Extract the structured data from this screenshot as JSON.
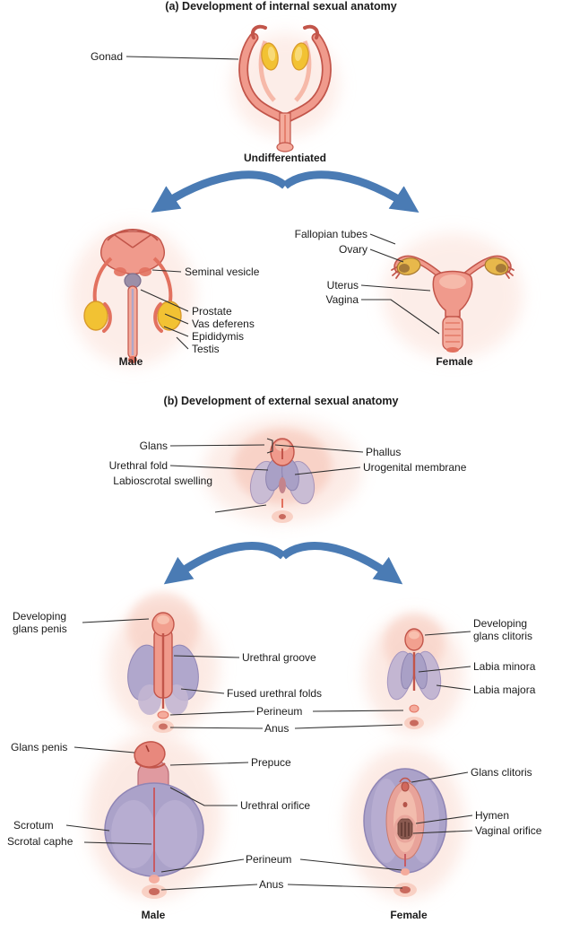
{
  "figure": {
    "type": "anatomy-development-diagram",
    "colors": {
      "salmon": "#F09A8C",
      "salmon_deep": "#E2715F",
      "outline_red": "#C2554A",
      "gonad_yellow": "#F2C233",
      "ovary_brown": "#9A6E35",
      "lavender": "#ABA2C9",
      "lavender_light": "#C3B6D2",
      "arrow_blue": "#4A7BB4",
      "text": "#1B1B1B",
      "background": "#FFFFFF"
    }
  },
  "section_a": {
    "title": "(a) Development of internal sexual anatomy",
    "undifferentiated_caption": "Undifferentiated",
    "labels": {
      "gonad": "Gonad",
      "seminal_vesicle": "Seminal vesicle",
      "prostate": "Prostate",
      "vas_deferens": "Vas deferens",
      "epididymis": "Epididymis",
      "testis": "Testis",
      "fallopian_tubes": "Fallopian tubes",
      "ovary": "Ovary",
      "uterus": "Uterus",
      "vagina": "Vagina"
    },
    "male_caption": "Male",
    "female_caption": "Female"
  },
  "section_b": {
    "title": "(b) Development of external sexual anatomy",
    "labels_undiff": {
      "glans": "Glans",
      "phallus": "Phallus",
      "urethral_fold": "Urethral fold",
      "urogenital_membrane": "Urogenital membrane",
      "labioscrotal_swelling": "Labioscrotal swelling"
    },
    "labels_mid": {
      "developing_glans_penis": "Developing glans penis",
      "urethral_groove": "Urethral groove",
      "developing_glans_clitoris": "Developing glans clitoris",
      "labia_minora": "Labia minora",
      "fused_urethral_folds": "Fused urethral folds",
      "labia_majora": "Labia majora",
      "perineum": "Perineum",
      "anus": "Anus"
    },
    "labels_bottom": {
      "glans_penis": "Glans penis",
      "prepuce": "Prepuce",
      "glans_clitoris": "Glans clitoris",
      "urethral_orifice": "Urethral orifice",
      "scrotum": "Scrotum",
      "scrotal_raphe": "Scrotal caphe",
      "hymen": "Hymen",
      "vaginal_orifice": "Vaginal orifice",
      "perineum": "Perineum",
      "anus": "Anus"
    },
    "male_caption": "Male",
    "female_caption": "Female"
  }
}
